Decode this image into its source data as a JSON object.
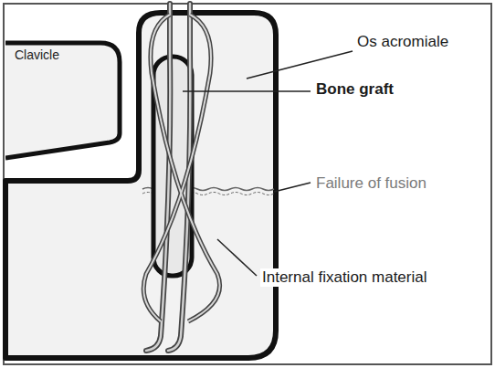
{
  "diagram": {
    "nodes": [
      {
        "text": [
          "Clavicle"
        ]
      }
    ],
    "labels": [
      "Os acromiale",
      "Bone graft",
      "Failure of fusion",
      "Internal fixation material"
    ]
  }
}
